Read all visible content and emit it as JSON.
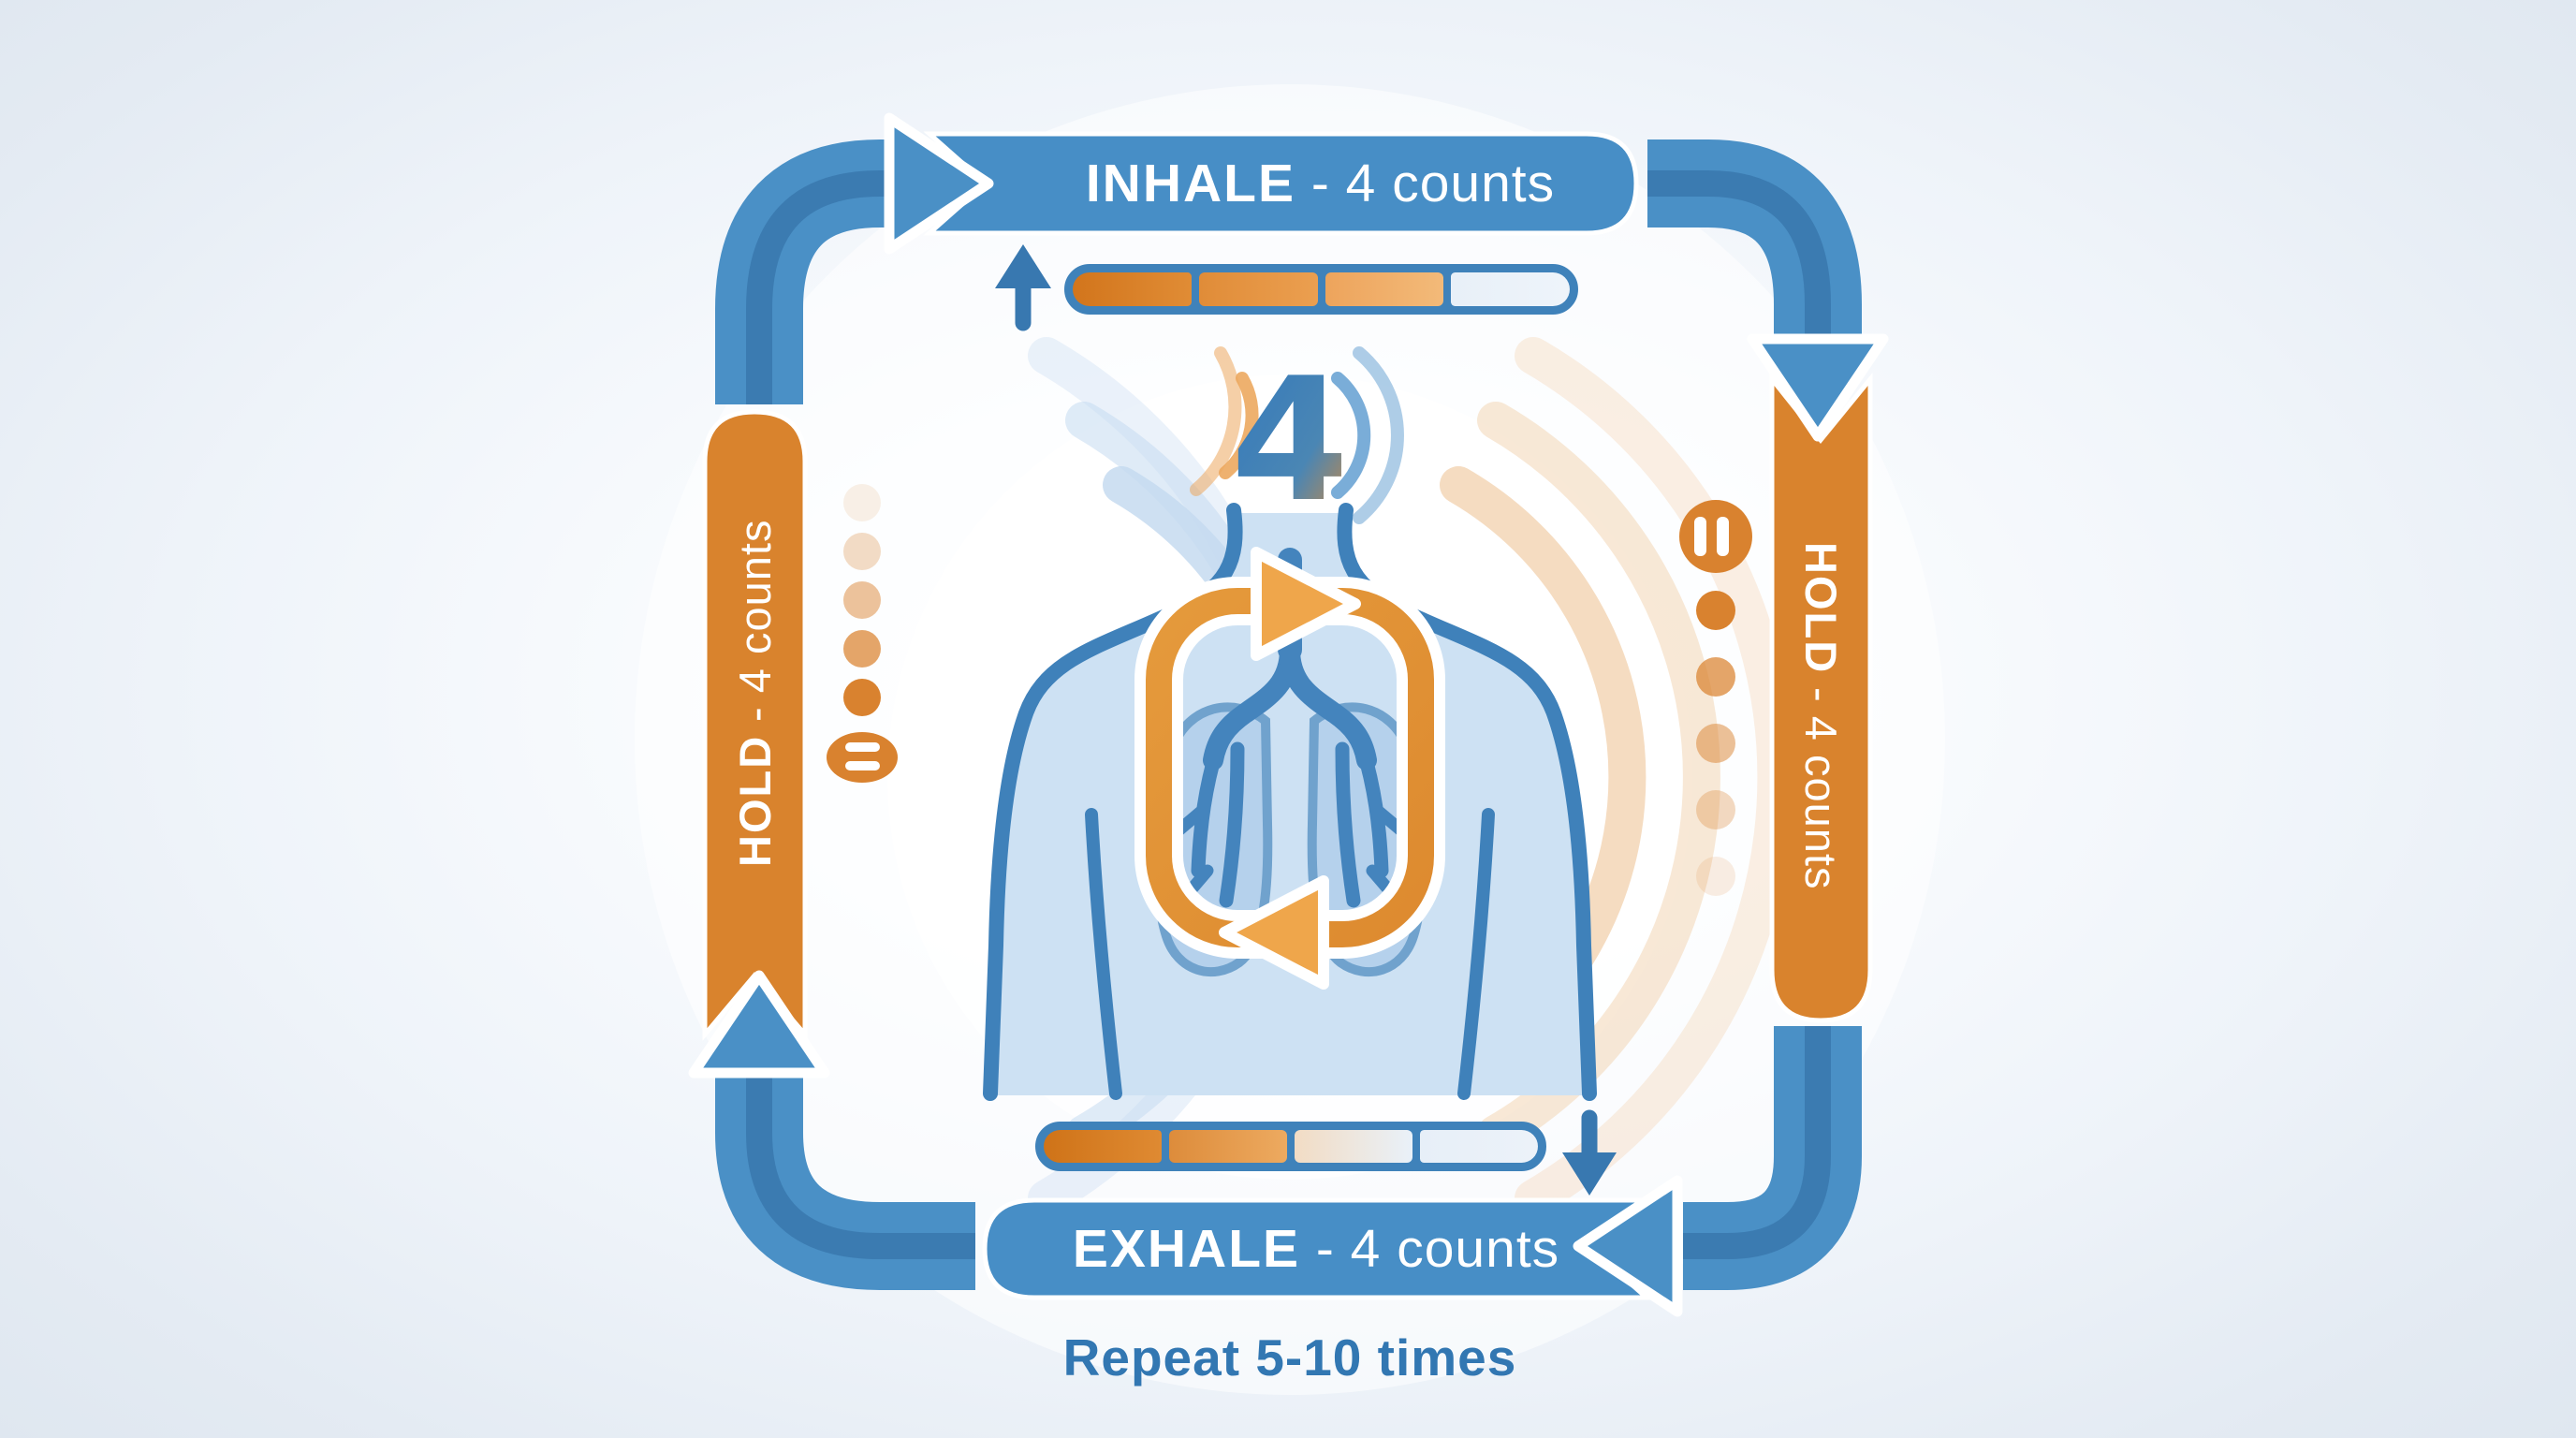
{
  "banners": {
    "inhale": {
      "word": "INHALE",
      "detail": " - 4 counts"
    },
    "hold_right": {
      "word": "HOLD",
      "detail": " - 4 counts"
    },
    "exhale": {
      "word": "EXHALE",
      "detail": " - 4 counts"
    },
    "hold_left": {
      "word": "HOLD",
      "detail": " - 4 counts"
    }
  },
  "center": {
    "count": "4"
  },
  "footer": {
    "text": "Repeat 5-10 times"
  },
  "inhale_bar": {
    "segments": [
      [
        "#d2751c",
        "#e08c35"
      ],
      [
        "#e08c38",
        "#eb9f50"
      ],
      [
        "#eda45c",
        "#f3ba79"
      ],
      [
        "#e8f0f8",
        "#eef4fa"
      ]
    ]
  },
  "exhale_bar": {
    "segments": [
      [
        "#cf7318",
        "#df8a32"
      ],
      [
        "#dd8c3b",
        "#edaa60"
      ],
      [
        "#f2dcc4",
        "#e9f1f9"
      ],
      [
        "#e7eff8",
        "#ecf2f9"
      ]
    ]
  },
  "hold_left_dots": {
    "opacities": [
      0.12,
      0.28,
      0.48,
      0.72,
      1
    ]
  },
  "hold_right_dots": {
    "opacities": [
      1,
      0.72,
      0.5,
      0.3,
      0.14
    ]
  },
  "colors": {
    "blue": "#4a90c6",
    "blue_dark": "#3a79ae",
    "orange": "#d9832d",
    "orange_bright": "#e5993e",
    "text_blue": "#3277b2"
  }
}
